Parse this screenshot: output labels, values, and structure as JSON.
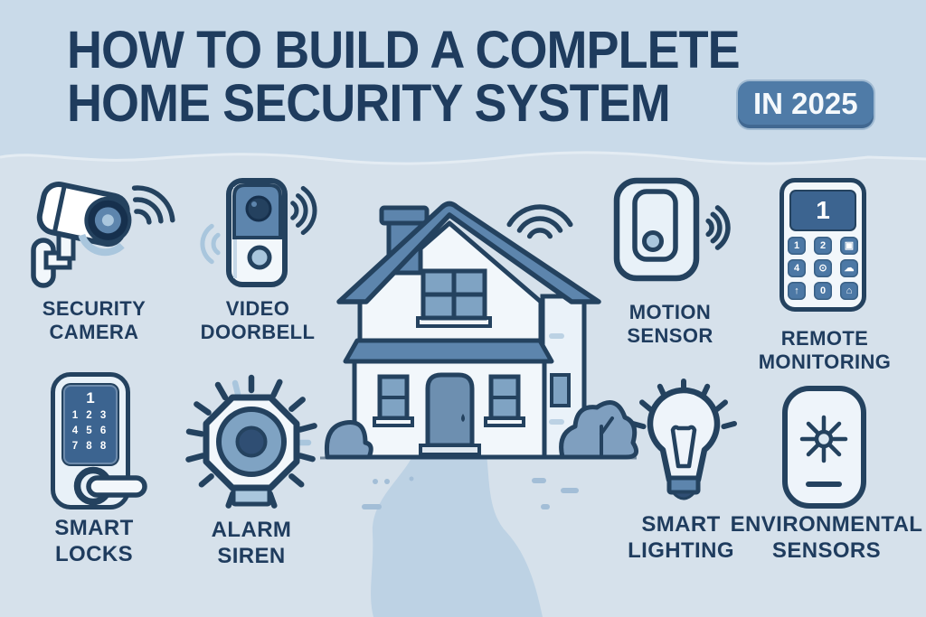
{
  "title": {
    "line1": "HOW TO BUILD A COMPLETE",
    "line2": "HOME SECURITY SYSTEM",
    "badge": "IN 2025"
  },
  "items": [
    {
      "id": "security-camera",
      "label": [
        "SECURITY",
        "CAMERA"
      ]
    },
    {
      "id": "video-doorbell",
      "label": [
        "VIDEO",
        "DOORBELL"
      ]
    },
    {
      "id": "motion-sensor",
      "label": [
        "MOTION",
        "SENSOR"
      ]
    },
    {
      "id": "remote-monitoring",
      "label": [
        "REMOTE",
        "MONITORING"
      ],
      "display": "1",
      "button_glyphs": [
        "1",
        "2",
        "▣",
        "4",
        "⊙",
        "☁",
        "↑",
        "0",
        "⌂"
      ],
      "button_icons": [
        "digit-1",
        "digit-2",
        "screen-icon",
        "digit-4",
        "shield-icon",
        "cloud-icon",
        "arrow-up-icon",
        "digit-0",
        "lock-icon"
      ]
    },
    {
      "id": "smart-locks",
      "label": [
        "SMART",
        "LOCKS"
      ],
      "display": "1",
      "keypad_rows": [
        "1 2 3",
        "4 5 6",
        "7 8 8"
      ]
    },
    {
      "id": "alarm-siren",
      "label": [
        "ALARM",
        "SIREN"
      ]
    },
    {
      "id": "smart-lighting",
      "label": [
        "SMART",
        "LIGHTING"
      ]
    },
    {
      "id": "environmental-sensors",
      "label": [
        "ENVIRONMENTAL",
        "SENSORS"
      ]
    }
  ],
  "colors": {
    "background_top": "#c9dae9",
    "background_bottom": "#d6e1eb",
    "navy": "#24425f",
    "title_text": "#1f3c5e",
    "badge_background": "#4f7ba7",
    "mid_blue": "#5d85ad",
    "light_blue": "#a9c6dd",
    "white_fill": "#f2f7fb",
    "walkway": "#bdd2e4",
    "bush": "#7f9fbf"
  }
}
